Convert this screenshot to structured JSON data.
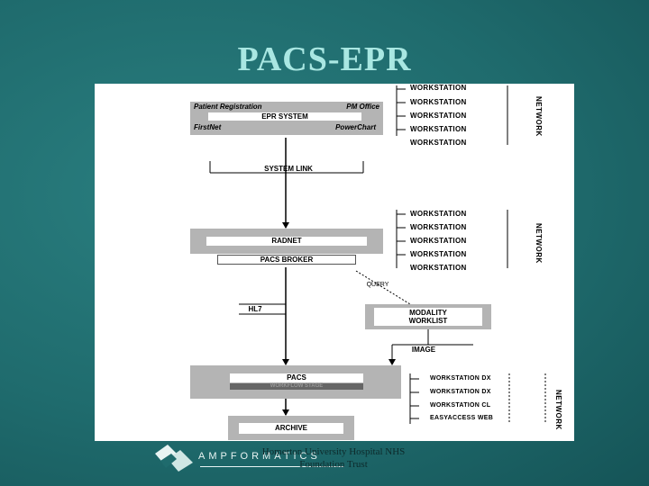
{
  "title": "PACS-EPR",
  "epr_block": {
    "top_left": "Patient Registration",
    "top_right": "PM Office",
    "center": "EPR SYSTEM",
    "bottom_left": "FirstNet",
    "bottom_right": "PowerChart"
  },
  "system_link": "SYSTEM LINK",
  "radnet": "RADNET",
  "pacs_broker": "PACS BROKER",
  "hl7": "HL7",
  "query": "QUERY",
  "modality_worklist": [
    "MODALITY",
    "WORKLIST"
  ],
  "image": "IMAGE",
  "pacs": "PACS",
  "pacs_sub": "WORKFLOW STAGE",
  "archive": "ARCHIVE",
  "network_label": "NETWORK",
  "workstations_top": [
    "WORKSTATION",
    "WORKSTATION",
    "WORKSTATION",
    "WORKSTATION",
    "WORKSTATION"
  ],
  "workstations_mid": [
    "WORKSTATION",
    "WORKSTATION",
    "WORKSTATION",
    "WORKSTATION",
    "WORKSTATION"
  ],
  "workstations_bottom": [
    "WORKSTATION DX",
    "WORKSTATION DX",
    "WORKSTATION CL",
    "EASYACCESS WEB"
  ],
  "footer": {
    "line1": "Homerton University Hospital NHS",
    "line2": "Foundation Trust",
    "logo": "AMPFORMATICS"
  }
}
